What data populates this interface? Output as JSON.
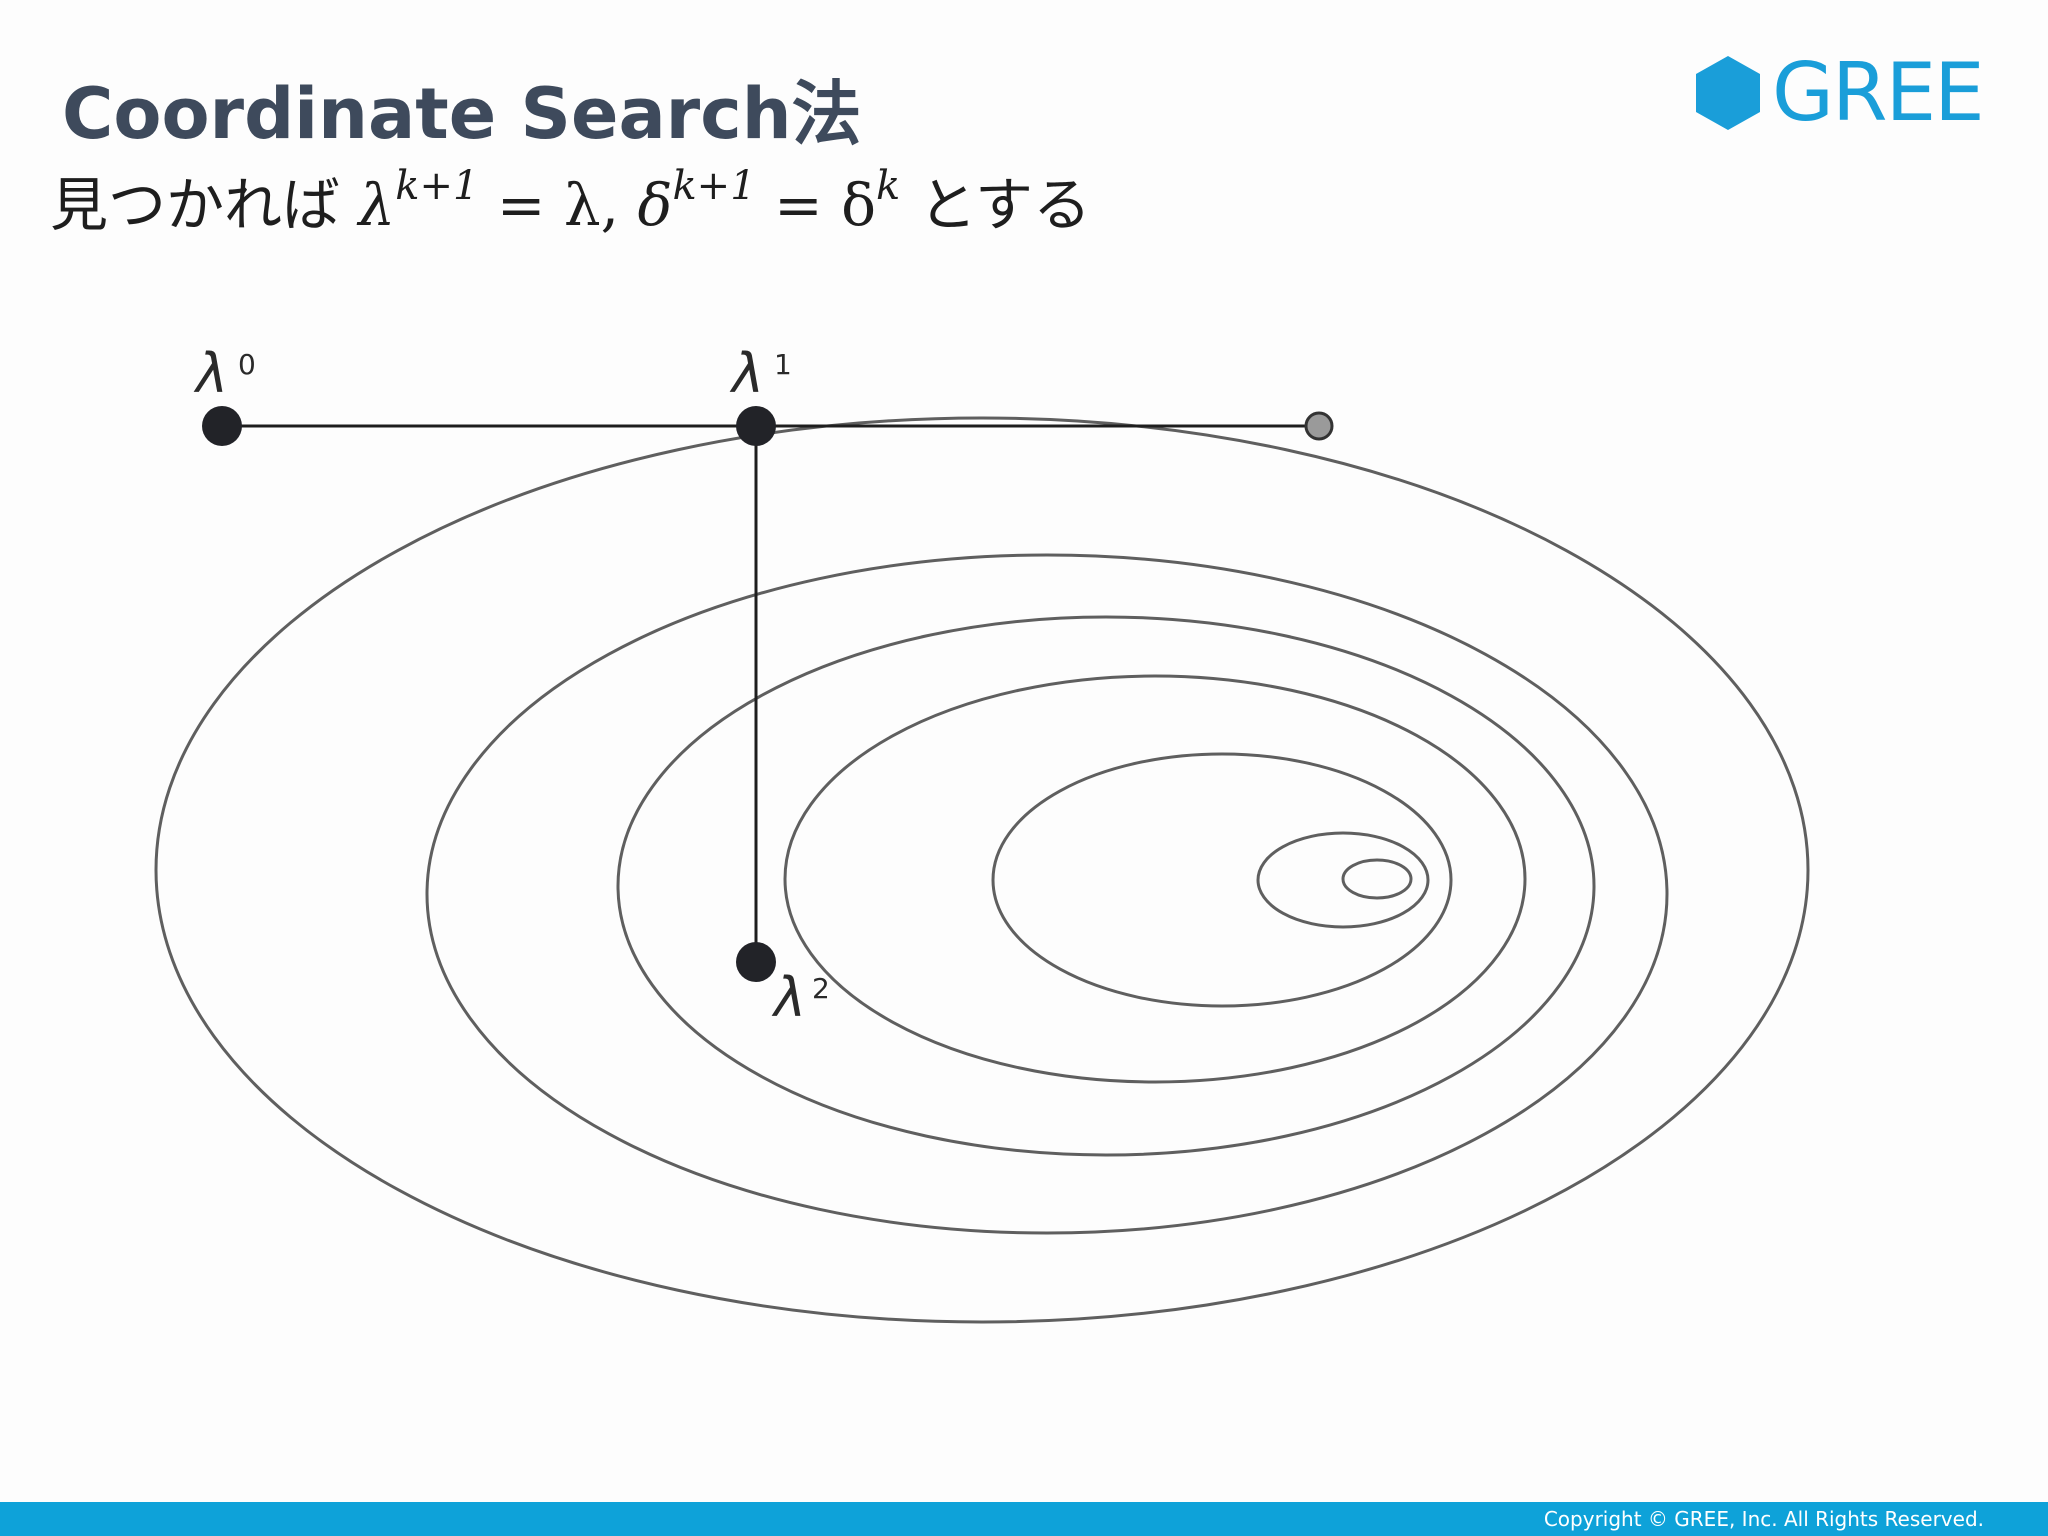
{
  "slide": {
    "title": "Coordinate Search法",
    "subtitle": {
      "prefix": "見つかれば ",
      "lam": "λ",
      "exp1": "k+1",
      "eq1": " = λ,  ",
      "delta": "δ",
      "exp2": "k+1",
      "eq2": " = δ",
      "exp3": "k",
      "suffix": " とする"
    }
  },
  "logo": {
    "text": "GREE",
    "color": "#1a9ed9"
  },
  "diagram": {
    "points": [
      {
        "symbol": "λ",
        "index": "0"
      },
      {
        "symbol": "λ",
        "index": "1"
      },
      {
        "symbol": "λ",
        "index": "2"
      }
    ],
    "contour_color": "#5f5f5f",
    "point_color": "#222328",
    "trial_point_color": "#9a9a9a"
  },
  "footer": {
    "copyright": "Copyright © GREE, Inc. All Rights Reserved.",
    "color": "#0ea2d9"
  }
}
